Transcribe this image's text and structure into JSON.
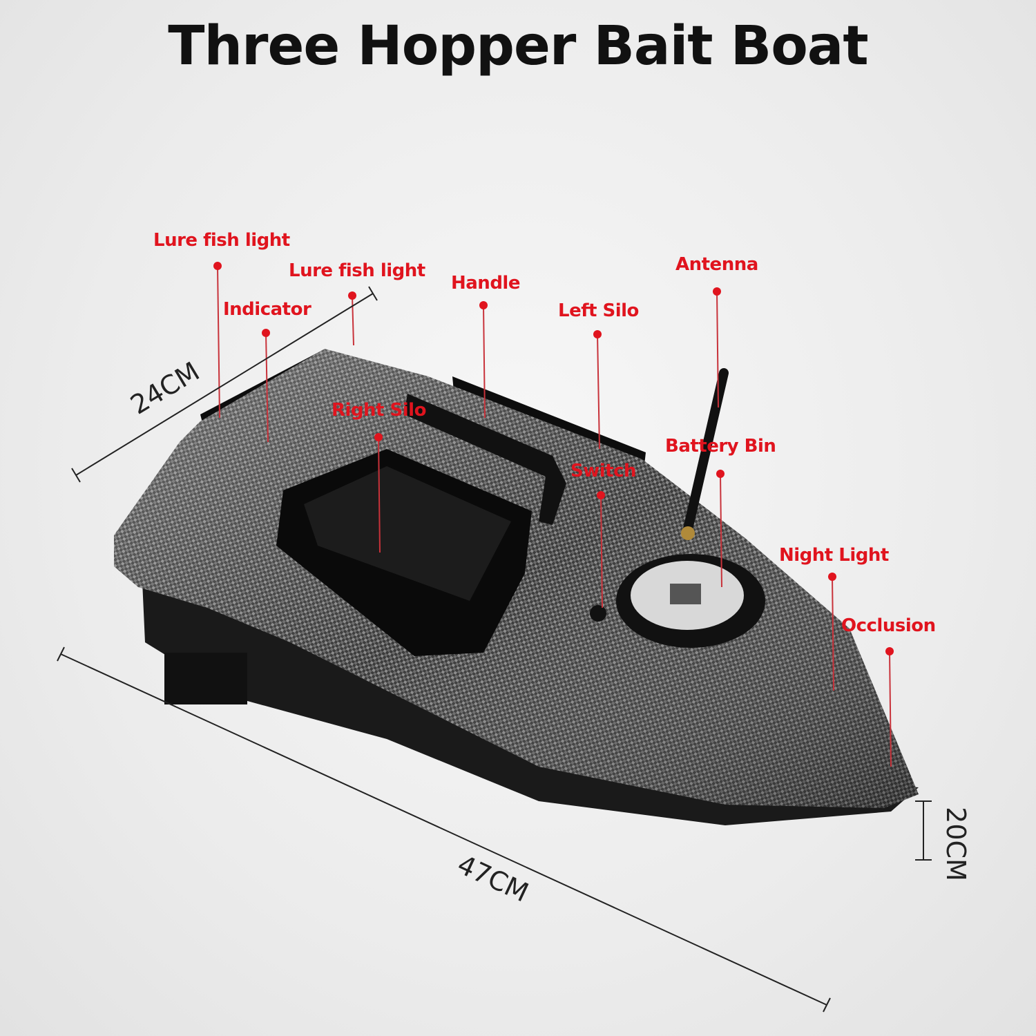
{
  "title": "Three Hopper Bait Boat",
  "accent_color": "#e0141e",
  "callouts": {
    "lure_fish_light_left": "Lure fish light",
    "lure_fish_light_right": "Lure fish light",
    "indicator": "Indicator",
    "handle": "Handle",
    "left_silo": "Left Silo",
    "antenna": "Antenna",
    "right_silo": "Right Silo",
    "battery_bin": "Battery Bin",
    "switch": "Switch",
    "night_light": "Night Light",
    "occlusion": "Occlusion"
  },
  "dimensions": {
    "width": "24CM",
    "length": "47CM",
    "height": "20CM"
  }
}
